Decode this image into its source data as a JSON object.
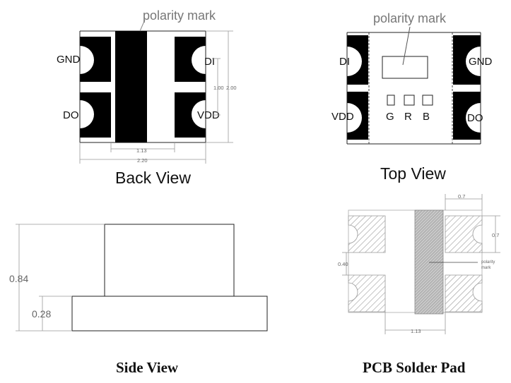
{
  "back_view": {
    "title": "Back View",
    "polarity_label": "polarity mark",
    "pins": {
      "gnd": "GND",
      "di": "DI",
      "do": "DO",
      "vdd": "VDD"
    },
    "dims": {
      "width_total": "2.20",
      "band_width": "1.13",
      "gap": "1.00",
      "height": "2.00"
    }
  },
  "top_view": {
    "title": "Top View",
    "polarity_label": "polarity mark",
    "pins": {
      "di": "DI",
      "gnd": "GND",
      "vdd": "VDD",
      "do": "DO"
    },
    "channels": {
      "g": "G",
      "r": "R",
      "b": "B"
    }
  },
  "side_view": {
    "title": "Side View",
    "dims": {
      "total_height": "0.84",
      "base_height": "0.28"
    }
  },
  "pcb_pad": {
    "title": "PCB Solder Pad",
    "polarity_label_line1": "polarity",
    "polarity_label_line2": "mark",
    "dims": {
      "pad_width": "0.7",
      "pad_height": "0.7",
      "gap": "0.40",
      "band": "1.13"
    }
  }
}
